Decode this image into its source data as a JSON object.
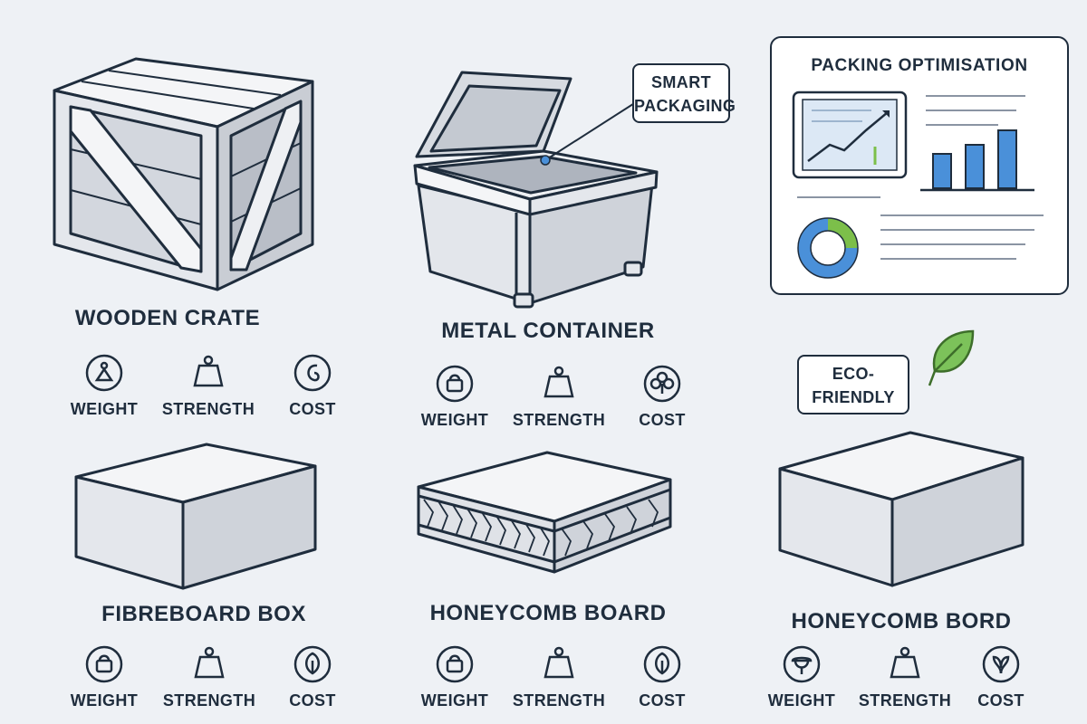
{
  "products": [
    {
      "title": "WOODEN CRATE",
      "metrics": [
        {
          "label": "WEIGHT",
          "icon": "person-weight-icon"
        },
        {
          "label": "STRENGTH",
          "icon": "kettlebell-icon"
        },
        {
          "label": "COST",
          "icon": "coin-icon"
        }
      ]
    },
    {
      "title": "METAL CONTAINER",
      "metrics": [
        {
          "label": "WEIGHT",
          "icon": "weight-lock-icon"
        },
        {
          "label": "STRENGTH",
          "icon": "kettlebell-icon"
        },
        {
          "label": "COST",
          "icon": "clover-icon"
        }
      ]
    },
    {
      "title": "FIBREBOARD BOX",
      "metrics": [
        {
          "label": "WEIGHT",
          "icon": "weight-lock-icon"
        },
        {
          "label": "STRENGTH",
          "icon": "kettlebell-icon"
        },
        {
          "label": "COST",
          "icon": "leaf-icon"
        }
      ]
    },
    {
      "title": "HONEYCOMB BOARD",
      "metrics": [
        {
          "label": "WEIGHT",
          "icon": "weight-lock-icon"
        },
        {
          "label": "STRENGTH",
          "icon": "kettlebell-icon"
        },
        {
          "label": "COST",
          "icon": "leaf-icon"
        }
      ]
    },
    {
      "title": "HONEYCOMB BORD",
      "metrics": [
        {
          "label": "WEIGHT",
          "icon": "acorn-icon"
        },
        {
          "label": "STRENGTH",
          "icon": "kettlebell-icon"
        },
        {
          "label": "COST",
          "icon": "sprout-icon"
        }
      ]
    }
  ],
  "callouts": {
    "smart_packaging": "SMART\nPACKAGING",
    "eco_friendly": "ECO-\nFRIENDLY"
  },
  "dashboard": {
    "title": "PACKING OPTIMISATION"
  },
  "colors": {
    "background": "#eef1f5",
    "outline": "#1f2d3d",
    "box_light": "#f4f5f7",
    "box_mid": "#dfe2e7",
    "box_dark": "#c9cdd4",
    "chart_blue": "#4a90d9",
    "chart_green": "#7cbf4a",
    "leaf_green": "#7cc25a"
  }
}
